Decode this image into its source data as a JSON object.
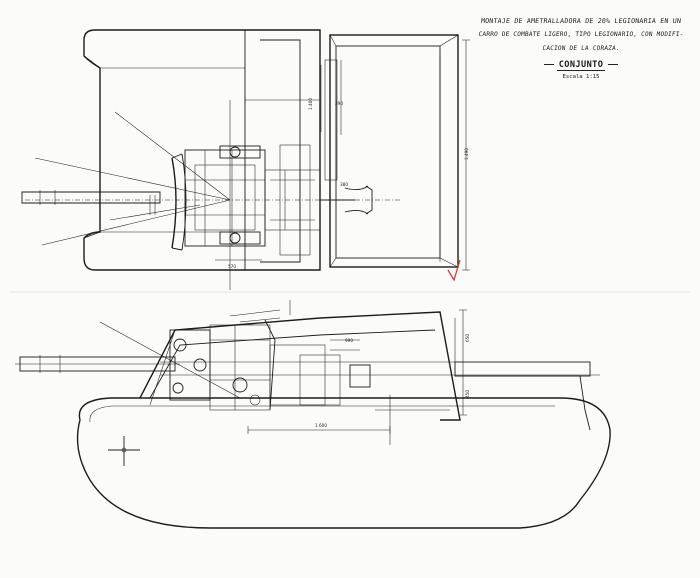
{
  "title_block": {
    "line1": "MONTAJE DE AMETRALLADORA DE 20% LEGIONARIA EN UN",
    "line2": "CARRO DE COMBATE LIGERO, TIPO LEGIONARIO, CON MODIFI-",
    "line3": "CACION DE LA CORAZA.",
    "heading": "CONJUNTO",
    "scale": "Escala 1:15"
  },
  "dimensions": {
    "plan_length": "1.490",
    "plan_width": "1.400",
    "plan_gun_offset": "290",
    "plan_mount": "380",
    "plan_width2": "570",
    "elev_length": "1.600",
    "elev_height": "650",
    "elev_height2": "450",
    "elev_mount": "990"
  },
  "annotations": {
    "mark": "V"
  },
  "colors": {
    "paper": "#fbfbf9",
    "ink": "#1c1c1c",
    "red_mark": "#d93a3a"
  }
}
